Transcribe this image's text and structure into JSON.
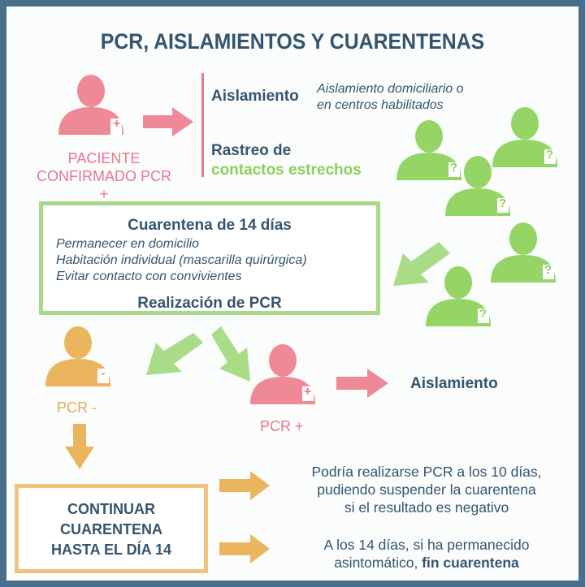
{
  "title": "PCR, AISLAMIENTOS Y CUARENTENAS",
  "paciente": {
    "line1": "PACIENTE",
    "line2": "CONFIRMADO PCR +",
    "sign": "+"
  },
  "aislamiento": {
    "label": "Aislamiento",
    "desc_line1": "Aislamiento domiciliario o",
    "desc_line2": "en centros habilitados"
  },
  "rastreo": {
    "line1": "Rastreo de",
    "line2": "contactos estrechos"
  },
  "contact_sign": "?",
  "cuarentena": {
    "title": "Cuarentena de 14 días",
    "items": [
      "Permanecer en domicilio",
      "Habitación individual (mascarilla quirúrgica)",
      "Evitar contacto con convivientes"
    ],
    "pcr": "Realización de PCR"
  },
  "pcr_negativo": {
    "label": "PCR -",
    "sign": "-"
  },
  "pcr_positivo": {
    "label": "PCR +",
    "sign": "+",
    "aislamiento": "Aislamiento"
  },
  "continuar": {
    "line1": "CONTINUAR",
    "line2": "CUARENTENA",
    "line3": "HASTA EL DÍA 14"
  },
  "nota_10dias": {
    "line1": "Podría realizarse PCR a los 10 días,",
    "line2": "pudiendo suspender la cuarentena",
    "line3": "si el resultado es negativo"
  },
  "nota_14dias": {
    "line1": "A los 14 días, si ha permanecido",
    "line2_pre": "asintomático, ",
    "line2_bold": "fin cuarentena"
  },
  "colors": {
    "navy": "#34556f",
    "pink": "#e8788c",
    "green": "#8ccf5a",
    "orange": "#e6aa55",
    "border": "#4a6f8c"
  }
}
